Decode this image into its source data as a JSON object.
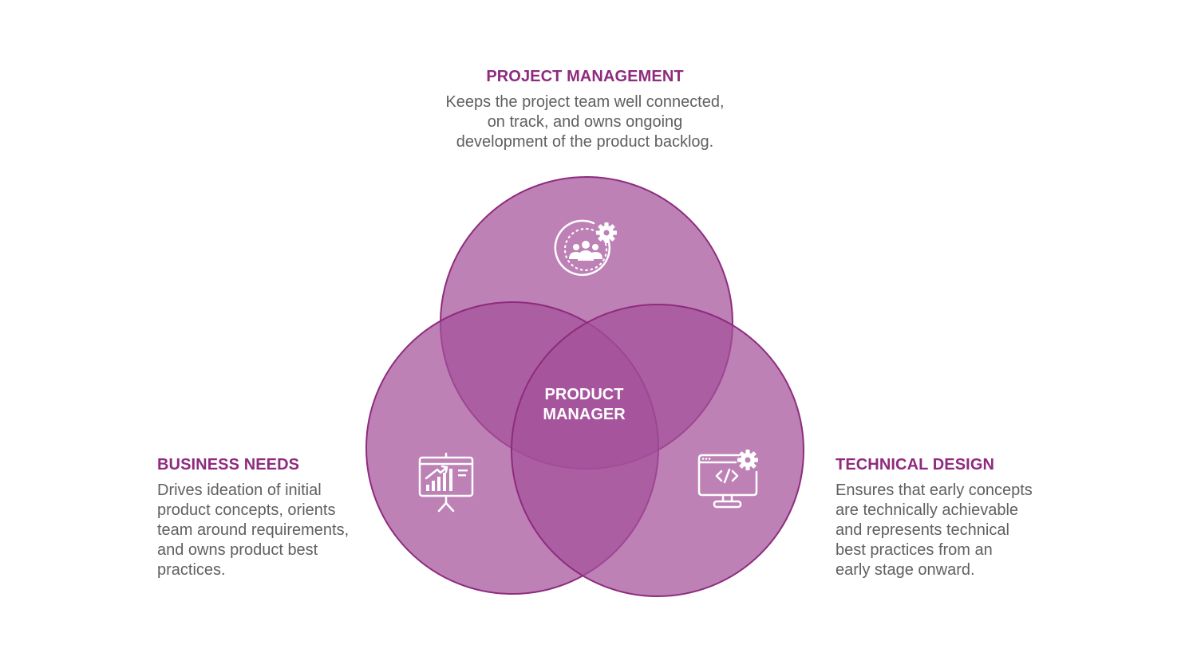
{
  "colors": {
    "accent": "#8e2b7e",
    "circle_fill": "#bb82b4",
    "circle_stroke": "#8e2b7e",
    "text_gray": "#606060",
    "icon": "#ffffff"
  },
  "center": {
    "line1": "PRODUCT",
    "line2": "MANAGER"
  },
  "sections": {
    "project_management": {
      "title": "PROJECT MANAGEMENT",
      "lines": [
        "Keeps the project team well connected,",
        "on track, and owns ongoing",
        "development of the product backlog."
      ],
      "icon": "team-gear-icon"
    },
    "business_needs": {
      "title": "BUSINESS NEEDS",
      "lines": [
        "Drives ideation of initial",
        "product concepts, orients",
        "team around requirements,",
        "and owns product best",
        "practices."
      ],
      "icon": "presentation-chart-icon"
    },
    "technical_design": {
      "title": "TECHNICAL DESIGN",
      "lines": [
        "Ensures that early concepts",
        "are technically achievable",
        "and represents technical",
        "best practices from an",
        "early stage onward."
      ],
      "icon": "code-monitor-gear-icon"
    }
  }
}
